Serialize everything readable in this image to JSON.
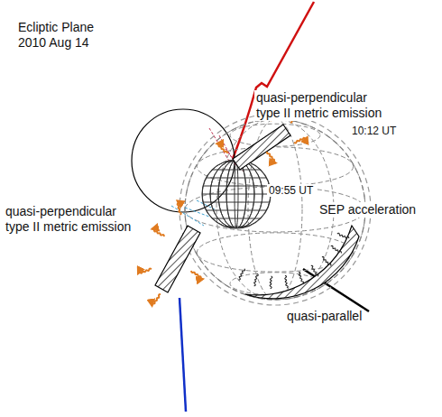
{
  "diagram": {
    "title": "Ecliptic Plane 2010 Aug 14",
    "labels": [
      "quasi-perpendicular type II metric emission",
      "10:12 UT",
      "09:55 UT",
      "quasi-perpendicular type II metric emission",
      "SEP acceleration",
      "quasi-parallel"
    ]
  }
}
